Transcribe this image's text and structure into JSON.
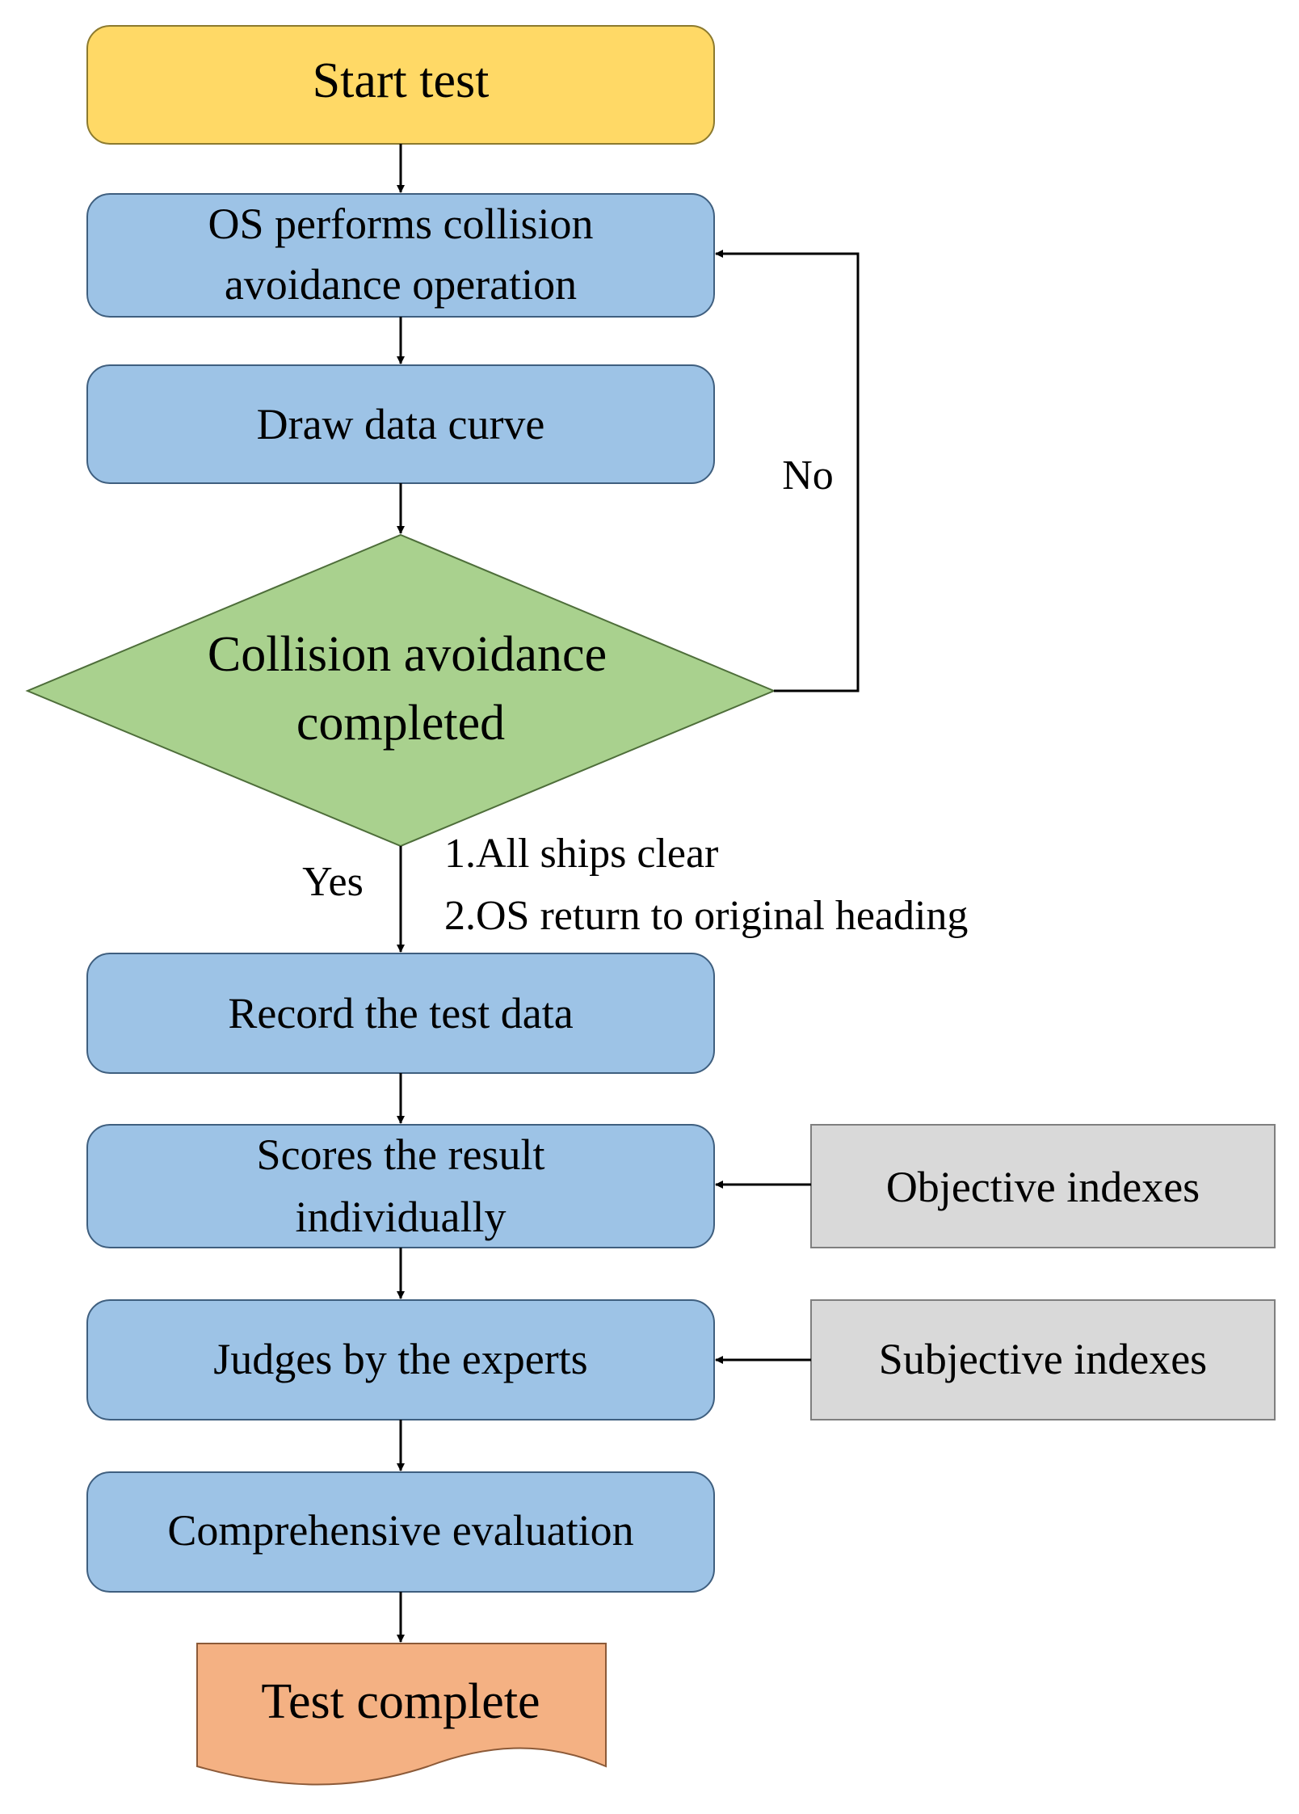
{
  "nodes": {
    "start": "Start test",
    "avoid_line1": "OS performs collision",
    "avoid_line2": "avoidance operation",
    "draw": "Draw data curve",
    "decision_line1": "Collision avoidance",
    "decision_line2": "completed",
    "record": "Record the test data",
    "scores_line1": "Scores the result",
    "scores_line2": "individually",
    "judges": "Judges by the experts",
    "comprehensive": "Comprehensive evaluation",
    "end": "Test complete",
    "objective": "Objective indexes",
    "subjective": "Subjective indexes"
  },
  "labels": {
    "no": "No",
    "yes": "Yes",
    "condition1": "1.All ships clear",
    "condition2": "2.OS return to original heading"
  },
  "colors": {
    "start_fill": "#FFD966",
    "process_fill": "#9DC3E6",
    "decision_fill": "#A9D18E",
    "end_fill": "#F4B183",
    "index_fill": "#D9D9D9",
    "stroke": "#3F5F7F"
  }
}
